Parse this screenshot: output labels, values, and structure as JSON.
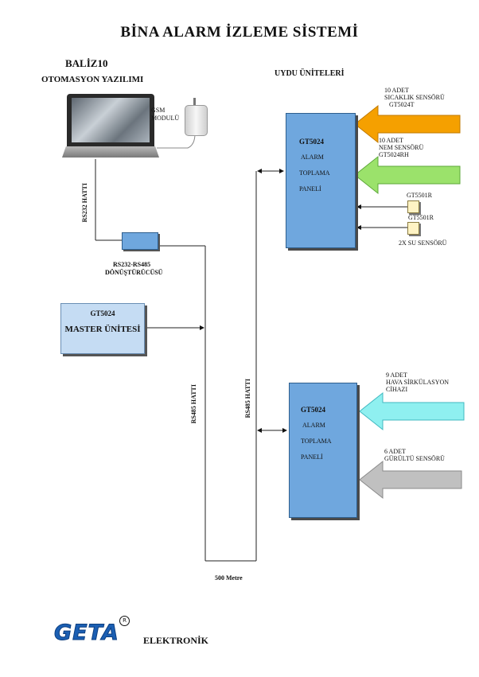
{
  "title": "BİNA ALARM İZLEME  SİSTEMİ",
  "software": {
    "name": "BALİZ10",
    "subtitle": "OTOMASYON YAZILIMI"
  },
  "gsm_label_line1": "GSM",
  "gsm_label_line2": "MODULÜ",
  "satellite_title": "UYDU ÜNİTELERİ",
  "rs232_line": "RS232 HATTI",
  "converter_label_line1": "RS232-RS485",
  "converter_label_line2": "DÖNÜŞTÜRÜCÜSÜ",
  "master": {
    "model": "GT5024",
    "label": "MASTER ÜNİTESİ"
  },
  "rs485_line_left": "RS485 HATTI",
  "rs485_line_right": "RS485 HATTI",
  "distance_label": "500 Metre",
  "panels": [
    {
      "model": "GT5024",
      "line1": "ALARM",
      "line2": "TOPLAMA",
      "line3": "PANELİ"
    },
    {
      "model": "GT5024",
      "line1": "ALARM",
      "line2": "TOPLAMA",
      "line3": "PANELİ"
    }
  ],
  "inputs": {
    "temperature": {
      "line1": "10 ADET",
      "line2": "SICAKLIK SENSÖRÜ",
      "line3": "GT5024T",
      "color": "#f5a000"
    },
    "humidity": {
      "line1": "10 ADET",
      "line2": "NEM SENSÖRÜ",
      "line3": "GT5024RH",
      "color": "#9be26b"
    },
    "water_sensor_1": "GT5501R",
    "water_sensor_2": "GT5501R",
    "water_label": "2X SU SENSÖRÜ",
    "air": {
      "line1": "9 ADET",
      "line2": "HAVA SİRKÜLASYON",
      "line3": "CİHAZI",
      "color": "#8ff0f0"
    },
    "noise": {
      "line1": "6 ADET",
      "line2": "GÜRÜLTÜ SENSÖRÜ",
      "color": "#c0c0c0"
    }
  },
  "brand": {
    "logo": "GETA",
    "registered": "R",
    "name": "ELEKTRONİK",
    "logo_color": "#1b5fb3"
  }
}
